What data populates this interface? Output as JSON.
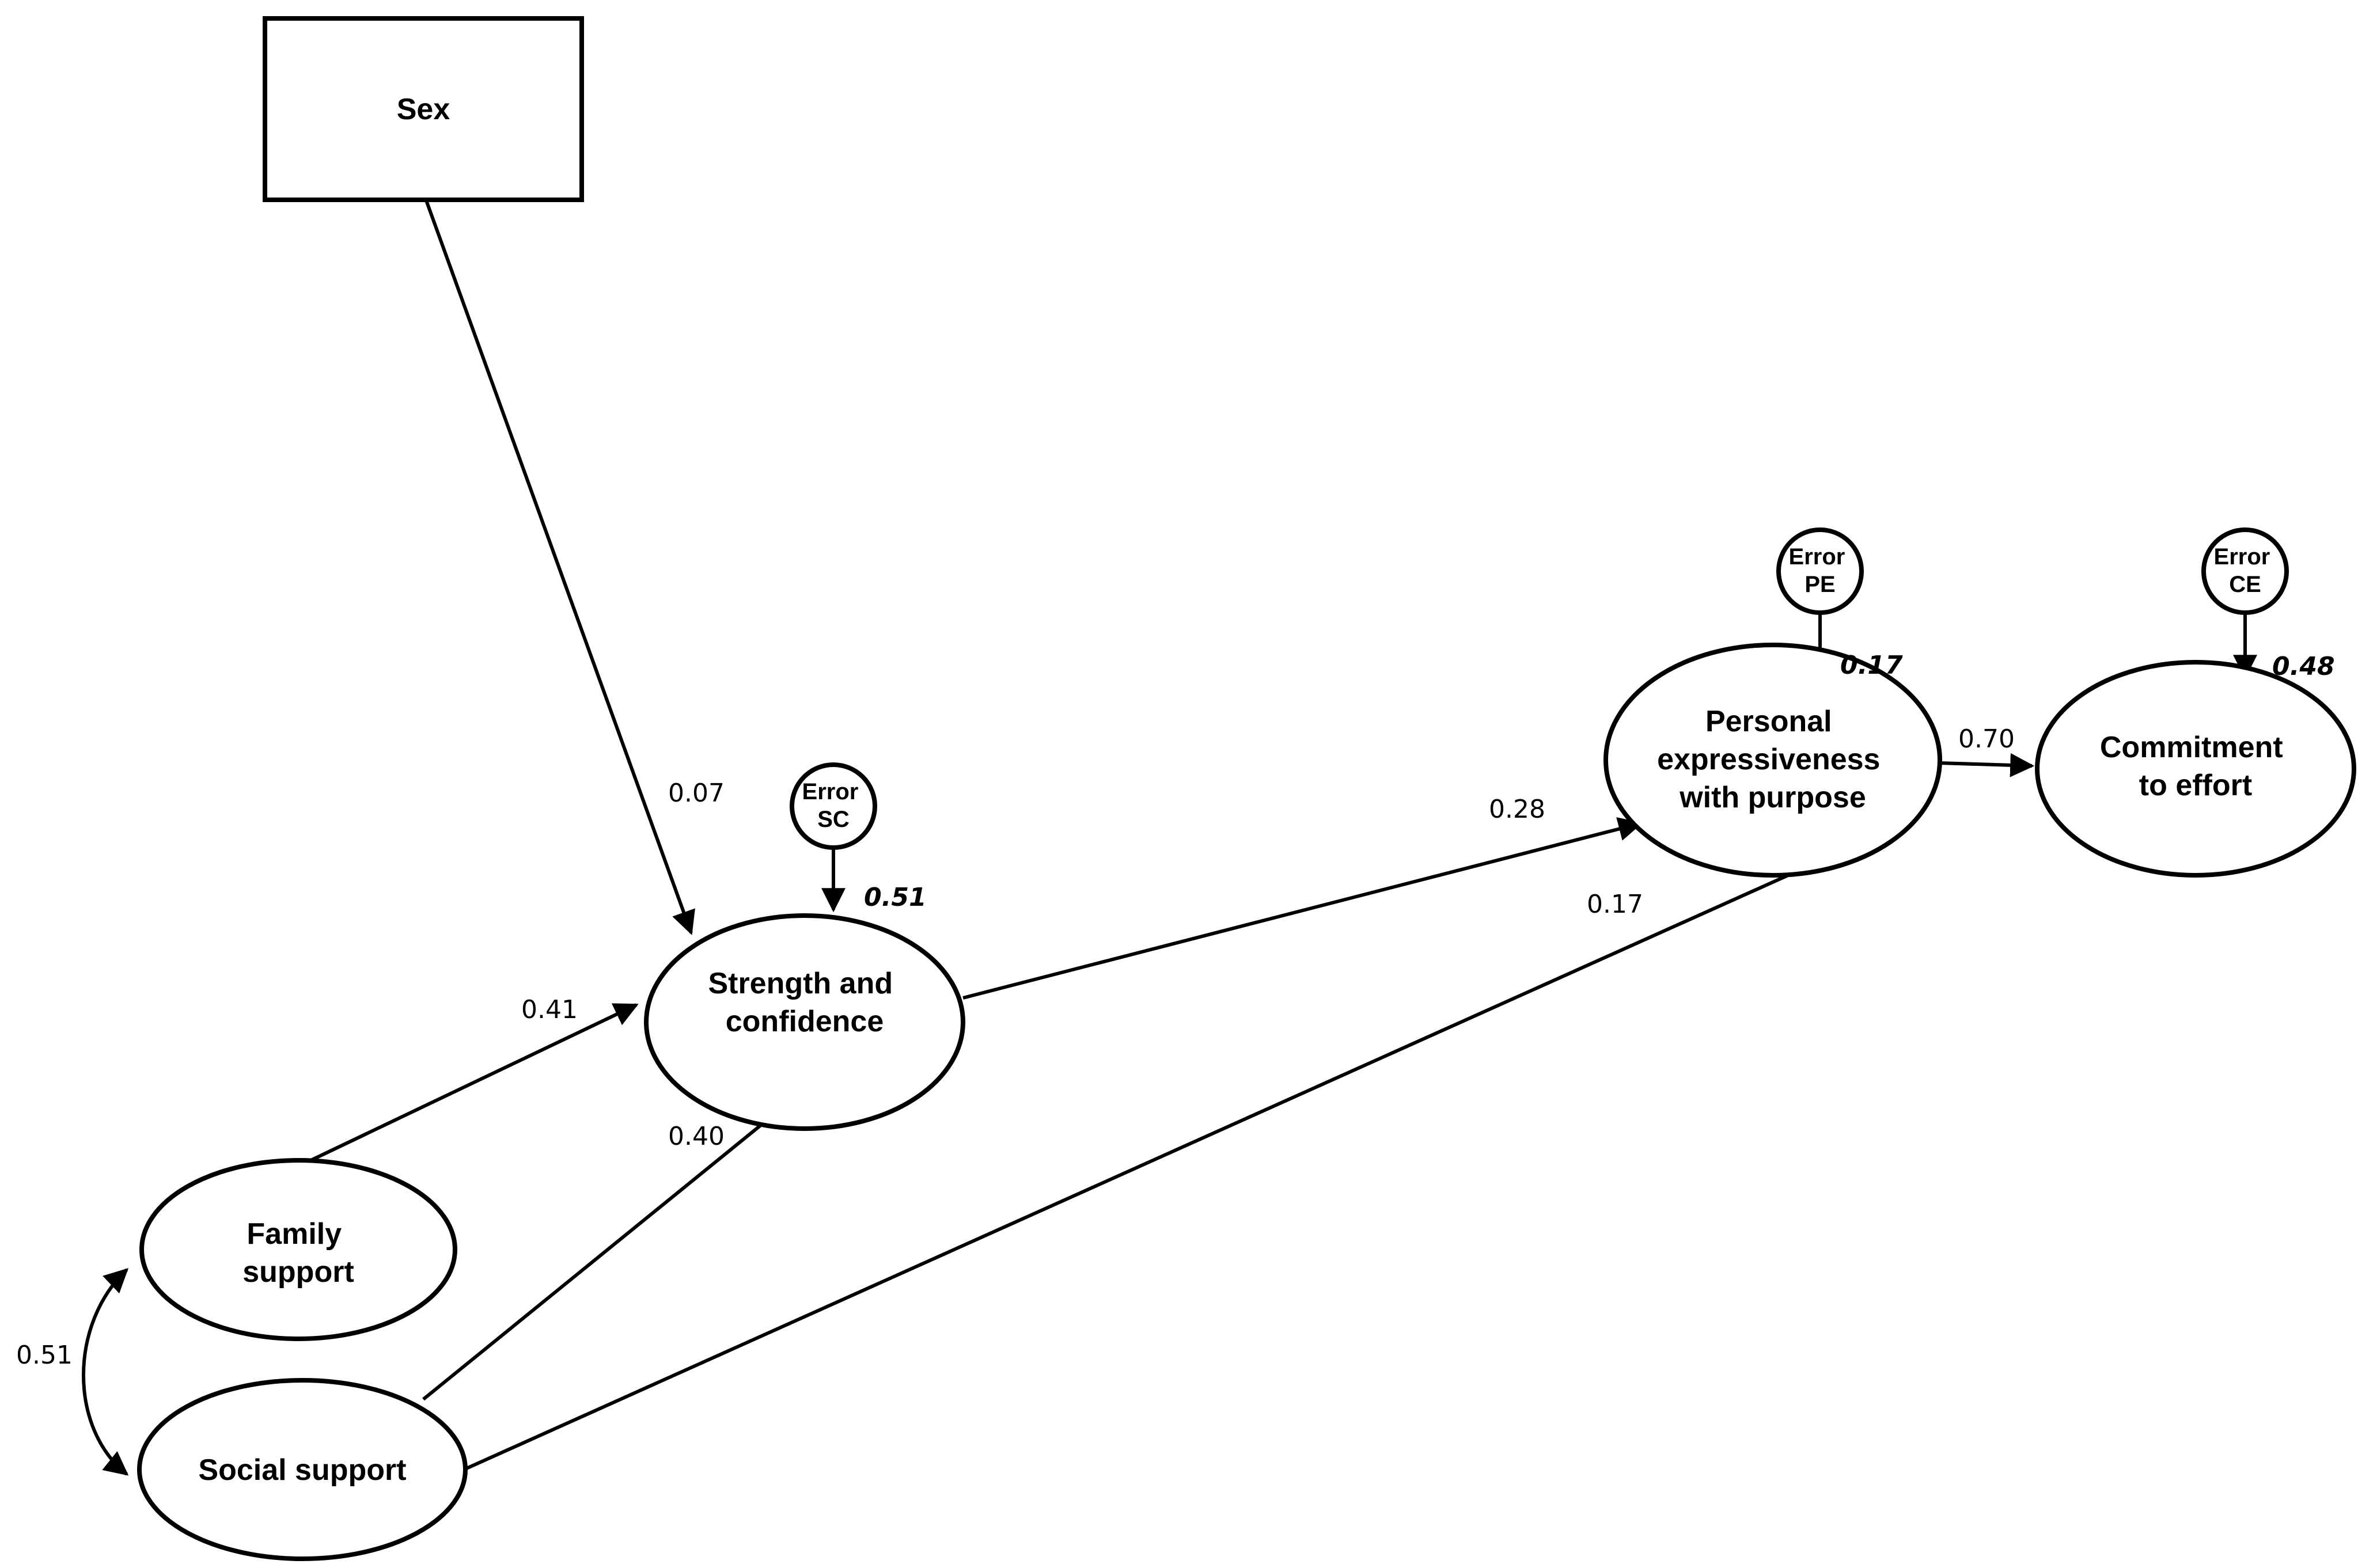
{
  "nodes": {
    "sex": "Sex",
    "strength": [
      "Strength and",
      "confidence"
    ],
    "personal": [
      "Personal",
      "expressiveness",
      "with purpose"
    ],
    "commitment": [
      "Commitment",
      "to effort"
    ],
    "family": [
      "Family",
      "support"
    ],
    "social": "Social support"
  },
  "errors": {
    "sc": [
      "Error",
      "SC"
    ],
    "pe": [
      "Error",
      "PE"
    ],
    "ce": [
      "Error",
      "CE"
    ]
  },
  "r_squared": {
    "sc": "0.51",
    "pe": "0.17",
    "ce": "0.48"
  },
  "paths": {
    "sex_strength": "0.07",
    "family_strength": "0.41",
    "social_strength": "0.40",
    "strength_personal": "0.28",
    "social_personal": "0.17",
    "personal_commitment": "0.70",
    "family_social": "0.51"
  }
}
